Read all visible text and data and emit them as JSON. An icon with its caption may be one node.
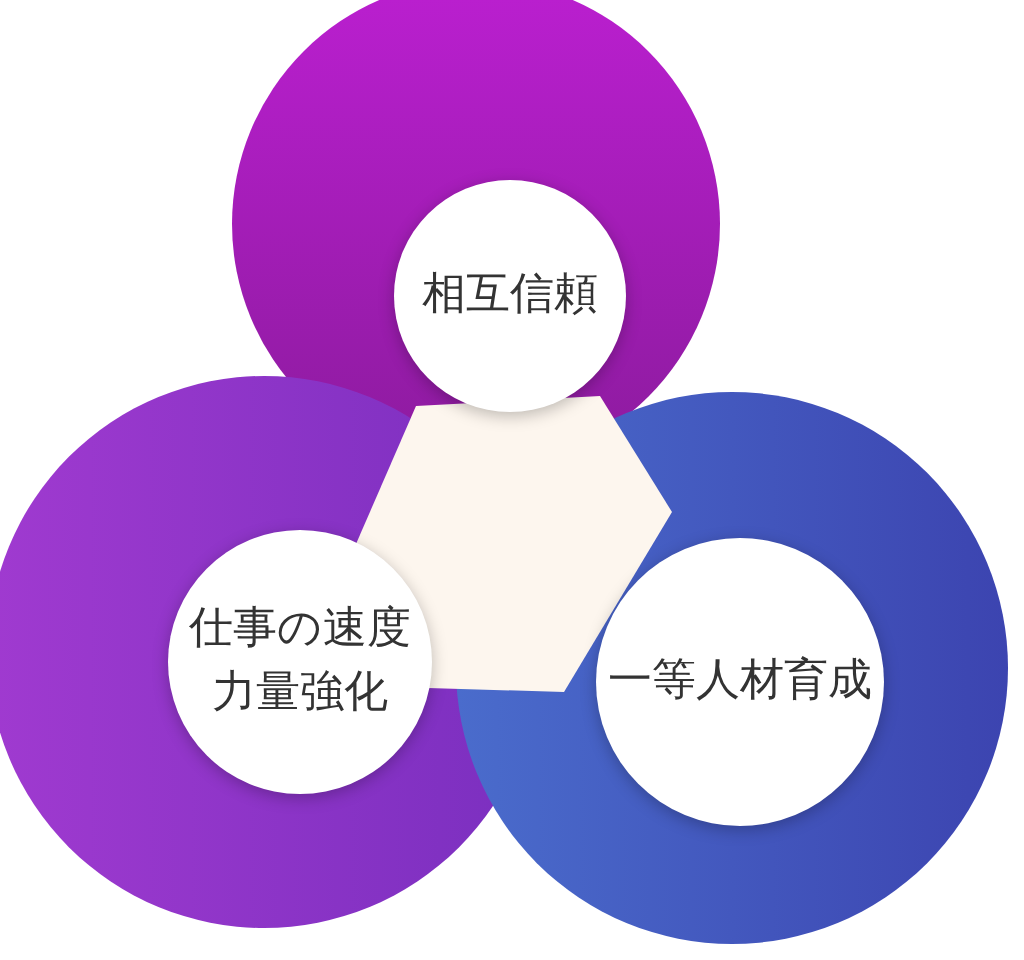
{
  "diagram": {
    "nodes": [
      {
        "text": [
          "相互信頼"
        ]
      },
      {
        "text": [
          "仕事の速度力量強化"
        ]
      },
      {
        "text": [
          "一等人材育成"
        ]
      }
    ]
  }
}
